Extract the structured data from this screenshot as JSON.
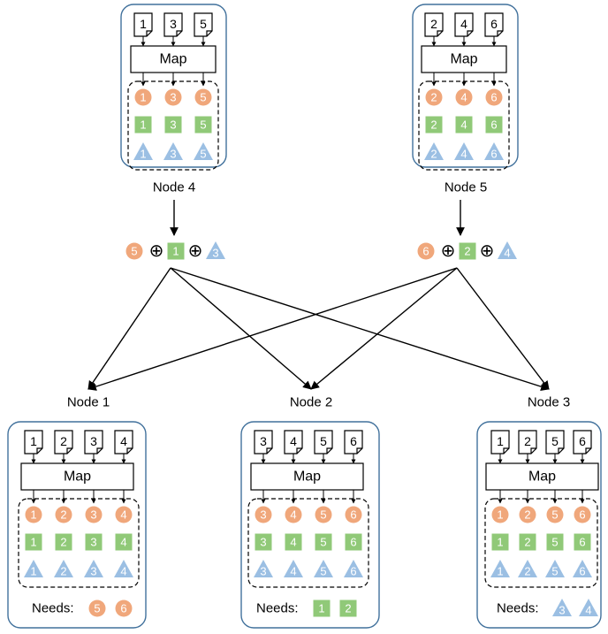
{
  "colors": {
    "circle": "#f0a77b",
    "square": "#90c978",
    "triangle": "#9bbfe3",
    "node_border": "#41719c",
    "stroke": "#000000"
  },
  "map_label": "Map",
  "needs_label": "Needs:",
  "xor_symbol": "⊕",
  "icons": [
    "document-icon",
    "circle-shape",
    "square-shape",
    "triangle-shape",
    "xor-symbol"
  ],
  "mapper_nodes": [
    {
      "id": "node-4",
      "label": "Node 4",
      "files": [
        "1",
        "3",
        "5"
      ],
      "outputs": [
        "1",
        "3",
        "5"
      ],
      "coded_message": {
        "circle": "5",
        "square": "1",
        "triangle": "3"
      }
    },
    {
      "id": "node-5",
      "label": "Node 5",
      "files": [
        "2",
        "4",
        "6"
      ],
      "outputs": [
        "2",
        "4",
        "6"
      ],
      "coded_message": {
        "circle": "6",
        "square": "2",
        "triangle": "4"
      }
    }
  ],
  "reducer_nodes": [
    {
      "id": "node-1",
      "label": "Node 1",
      "files": [
        "1",
        "2",
        "3",
        "4"
      ],
      "outputs": [
        "1",
        "2",
        "3",
        "4"
      ],
      "needs_shape": "circle",
      "needs": [
        "5",
        "6"
      ]
    },
    {
      "id": "node-2",
      "label": "Node 2",
      "files": [
        "3",
        "4",
        "5",
        "6"
      ],
      "outputs": [
        "3",
        "4",
        "5",
        "6"
      ],
      "needs_shape": "square",
      "needs": [
        "1",
        "2"
      ]
    },
    {
      "id": "node-3",
      "label": "Node 3",
      "files": [
        "1",
        "2",
        "5",
        "6"
      ],
      "outputs": [
        "1",
        "2",
        "5",
        "6"
      ],
      "needs_shape": "triangle",
      "needs": [
        "3",
        "4"
      ]
    }
  ]
}
